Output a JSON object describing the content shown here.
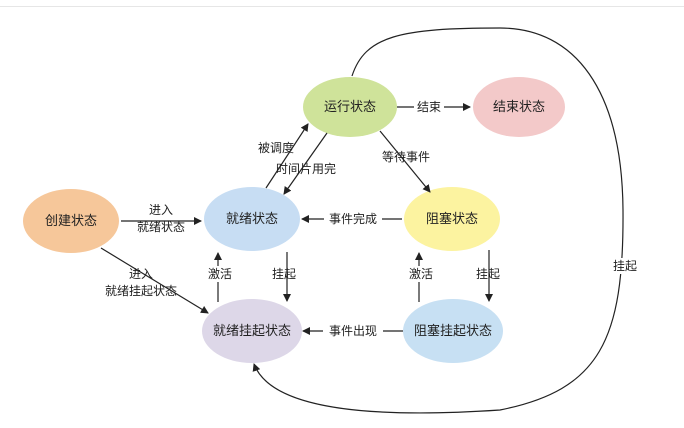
{
  "colors": {
    "running": "#cfe39a",
    "finished": "#f3c9c9",
    "created": "#f6c79a",
    "ready": "#c7ddf3",
    "blocked": "#fcf3a0",
    "ready_suspended": "#ddd7e8",
    "blocked_suspended": "#c7e0f3",
    "line": "#222222"
  },
  "states": {
    "running": "运行状态",
    "finished": "结束状态",
    "created": "创建状态",
    "ready": "就绪状态",
    "blocked": "阻塞状态",
    "ready_suspended": "就绪挂起状态",
    "blocked_suspended": "阻塞挂起状态"
  },
  "transitions": {
    "run_to_end": "结束",
    "scheduled": "被调度",
    "timeslice": "时间片用完",
    "wait_event": "等待事件",
    "create_to_ready_1": "进入",
    "create_to_ready_2": "就绪状态",
    "create_to_suspended_1": "进入",
    "create_to_suspended_2": "就绪挂起状态",
    "event_done": "事件完成",
    "activate_ready": "激活",
    "suspend_ready": "挂起",
    "activate_blocked": "激活",
    "suspend_blocked": "挂起",
    "event_occurs": "事件出现",
    "suspend_running": "挂起"
  }
}
